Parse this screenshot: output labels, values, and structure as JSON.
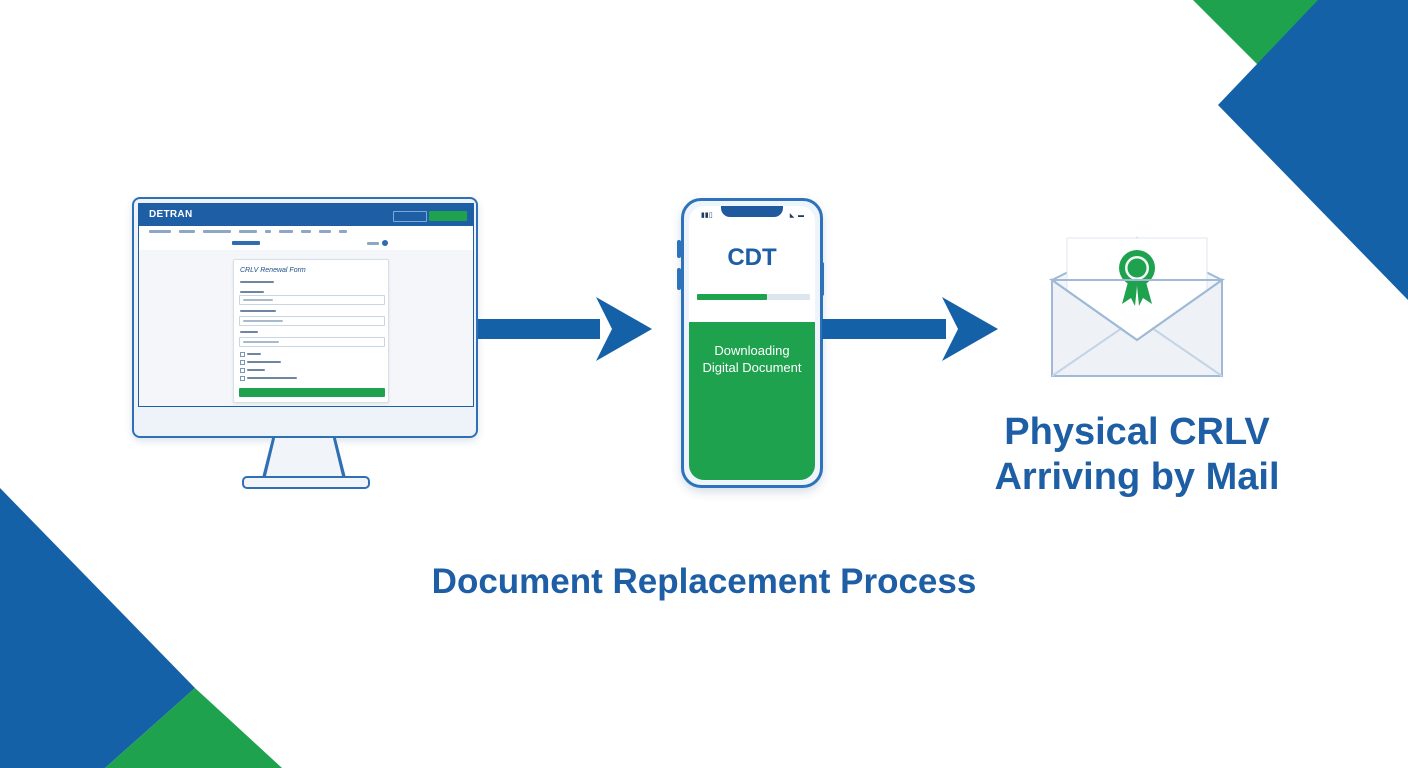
{
  "monitor": {
    "site_logo": "DETRAN",
    "form_title": "CRLV Renewal Form"
  },
  "phone": {
    "app_title": "CDT",
    "progress": 0.62,
    "download_status_line1": "Downloading",
    "download_status_line2": "Digital Document"
  },
  "mail": {
    "label_line1": "Physical CRLV",
    "label_line2": "Arriving by Mail",
    "seal_icon": "award-ribbon-icon"
  },
  "diagram_title": "Document Replacement Process",
  "colors": {
    "brand_blue": "#1d5ea5",
    "accent_green": "#1ea24e",
    "arrow_blue": "#1561a8"
  }
}
